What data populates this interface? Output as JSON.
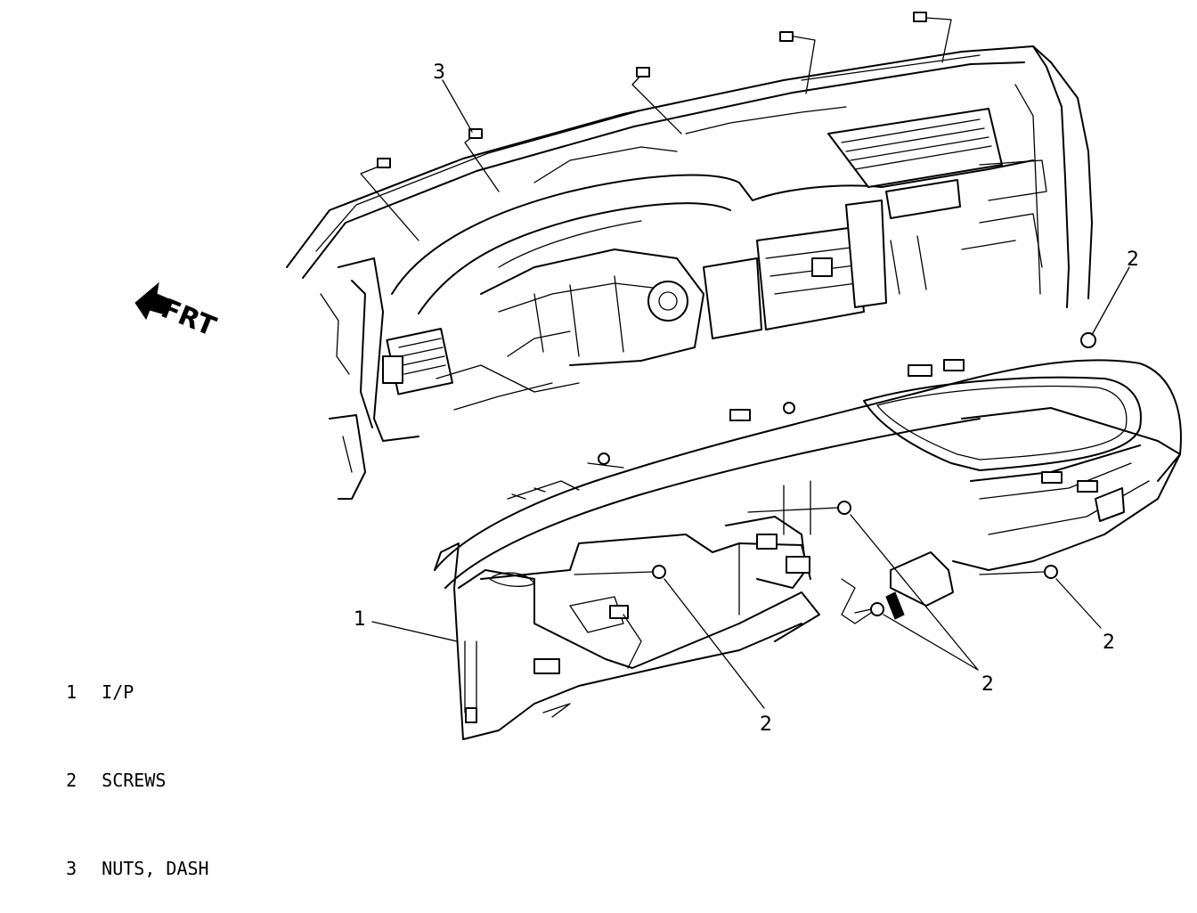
{
  "direction_label": "FRT",
  "callouts": {
    "c1": "1",
    "c2_right_top": "2",
    "c2_right_mid": "2",
    "c2_center_low": "2",
    "c2_bottom": "2",
    "c3": "3"
  },
  "legend": [
    {
      "num": "1",
      "label": "I/P"
    },
    {
      "num": "2",
      "label": "SCREWS"
    },
    {
      "num": "3",
      "label": "NUTS, DASH"
    }
  ]
}
